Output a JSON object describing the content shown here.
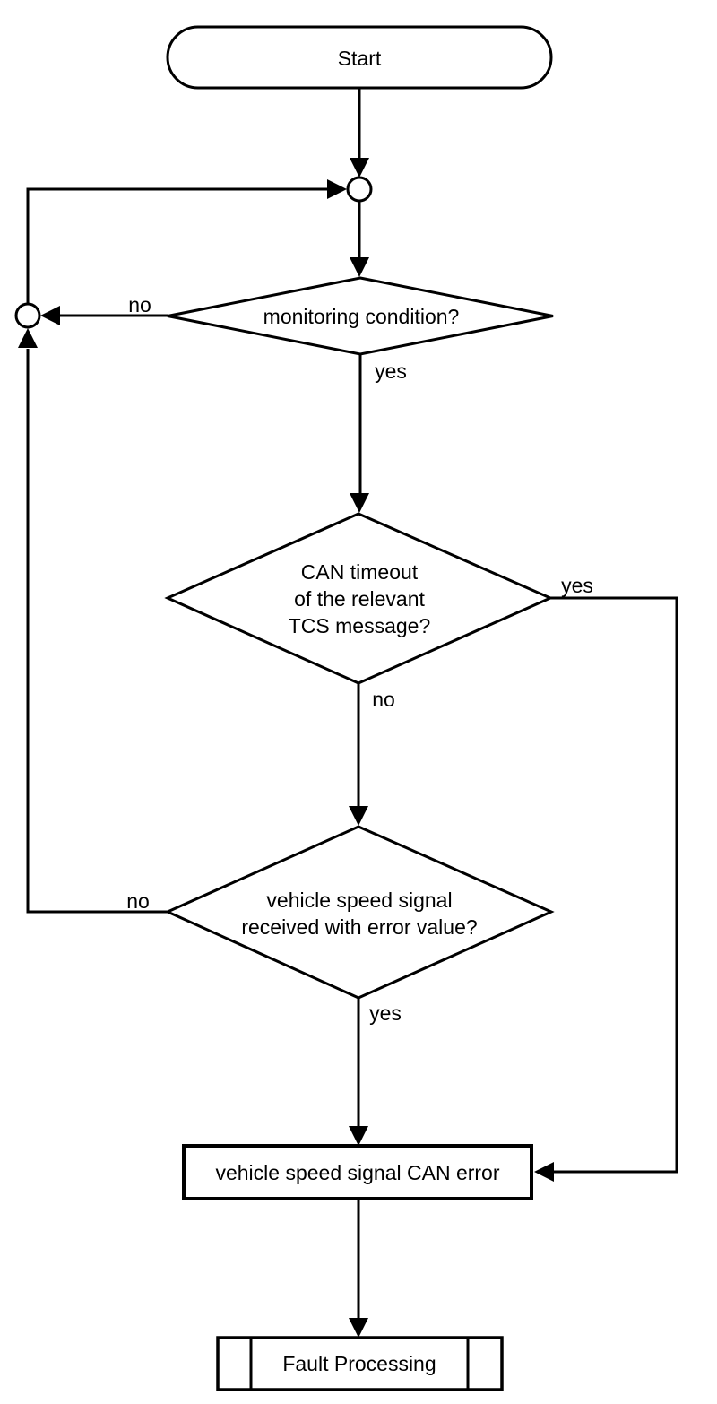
{
  "flowchart": {
    "nodes": {
      "start": {
        "label": "Start"
      },
      "decision_monitoring": {
        "label": "monitoring condition?"
      },
      "decision_can_timeout": {
        "lines": [
          "CAN timeout",
          "of the relevant",
          "TCS message?"
        ]
      },
      "decision_speed_signal": {
        "lines": [
          "vehicle speed signal",
          "received with error value?"
        ]
      },
      "process_can_error": {
        "label": "vehicle speed signal CAN error"
      },
      "predefined_fault": {
        "label": "Fault Processing"
      }
    },
    "edge_labels": {
      "monitoring_no": "no",
      "monitoring_yes": "yes",
      "can_timeout_yes": "yes",
      "can_timeout_no": "no",
      "speed_signal_no": "no",
      "speed_signal_yes": "yes"
    },
    "colors": {
      "line": "#000000",
      "background": "#ffffff"
    }
  }
}
